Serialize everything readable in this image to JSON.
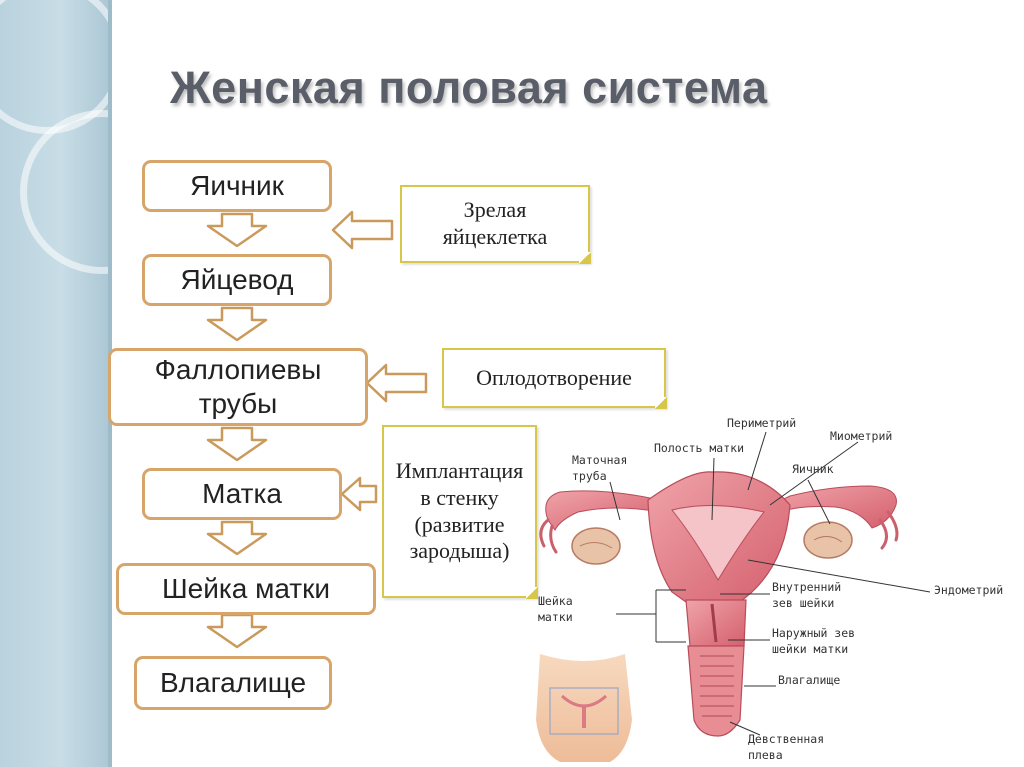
{
  "title": "Женская половая система",
  "steps": [
    {
      "label": "Яичник"
    },
    {
      "label": "Яйцевод"
    },
    {
      "label": "Фаллопиевы трубы"
    },
    {
      "label": "Матка"
    },
    {
      "label": "Шейка матки"
    },
    {
      "label": "Влагалище"
    }
  ],
  "notes": [
    {
      "label": "Зрелая яйцеклетка"
    },
    {
      "label": "Оплодотворение"
    },
    {
      "label": "Имплантация в стенку (развитие зародыша)"
    }
  ],
  "anatomy_labels": {
    "perimetrium": "Периметрий",
    "uterine_cavity": "Полость матки",
    "myometrium": "Миометрий",
    "fallopian_tube": "Маточная труба",
    "ovary": "Яичник",
    "endometrium": "Эндометрий",
    "internal_os": "Внутренний зев шейки",
    "cervix": "Шейка матки",
    "external_os": "Наружный зев шейки матки",
    "vagina": "Влагалище",
    "hymen": "Девственная плева"
  },
  "colors": {
    "step_border": "#d7a56a",
    "note_border": "#d6c74a",
    "arrow_fill": "#ffffff",
    "arrow_stroke": "#c99a5c",
    "title": "#5a5e68",
    "band": "#c8dde6",
    "tissue": "#e27c86"
  }
}
